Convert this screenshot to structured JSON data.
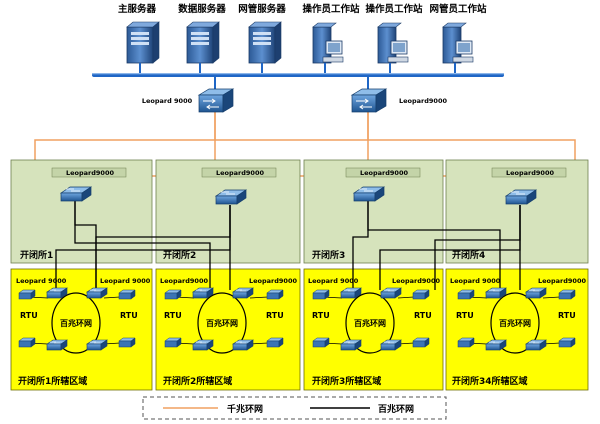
{
  "servers": [
    {
      "label": "主服务器",
      "kind": "server"
    },
    {
      "label": "数据服务器",
      "kind": "server"
    },
    {
      "label": "网管服务器",
      "kind": "server"
    },
    {
      "label": "操作员工作站",
      "kind": "workstation"
    },
    {
      "label": "操作员工作站",
      "kind": "workstation"
    },
    {
      "label": "网管员工作站",
      "kind": "workstation"
    }
  ],
  "core_switches": [
    {
      "label": "Leopard 9000"
    },
    {
      "label": "Leopard9000"
    }
  ],
  "substations": [
    {
      "label": "开闭所1",
      "switch_label": "Leopard9000"
    },
    {
      "label": "开闭所2",
      "switch_label": "Leopard9000"
    },
    {
      "label": "开闭所3",
      "switch_label": "Leopard9000"
    },
    {
      "label": "开闭所4",
      "switch_label": "Leopard9000"
    }
  ],
  "zones": [
    {
      "label": "开闭所1所辖区域",
      "switch_left": "Leopard 9000",
      "switch_right": "Leopard 9000",
      "rtu": "RTU",
      "ring": "百兆环网"
    },
    {
      "label": "开闭所2所辖区域",
      "switch_left": "Leopard9000",
      "switch_right": "Leopard9000",
      "rtu": "RTU",
      "ring": "百兆环网"
    },
    {
      "label": "开闭所3所辖区域",
      "switch_left": "Leopard 9000",
      "switch_right": "Leopard9000",
      "rtu": "RTU",
      "ring": "百兆环网"
    },
    {
      "label": "开闭所34所辖区域",
      "switch_left": "Leopard 9000",
      "switch_right": "Leopard9000",
      "rtu": "RTU",
      "ring": "百兆环网"
    }
  ],
  "legend": {
    "gigabit": "千兆环网",
    "fast": "百兆环网"
  },
  "colors": {
    "gigabit_line": "#f0a060",
    "fast_line": "#000000",
    "backbone": "#1f66c6",
    "station_fill": "#d6e3bc",
    "zone_fill": "#ffff00",
    "switch_icon": "#2f6fb0"
  }
}
